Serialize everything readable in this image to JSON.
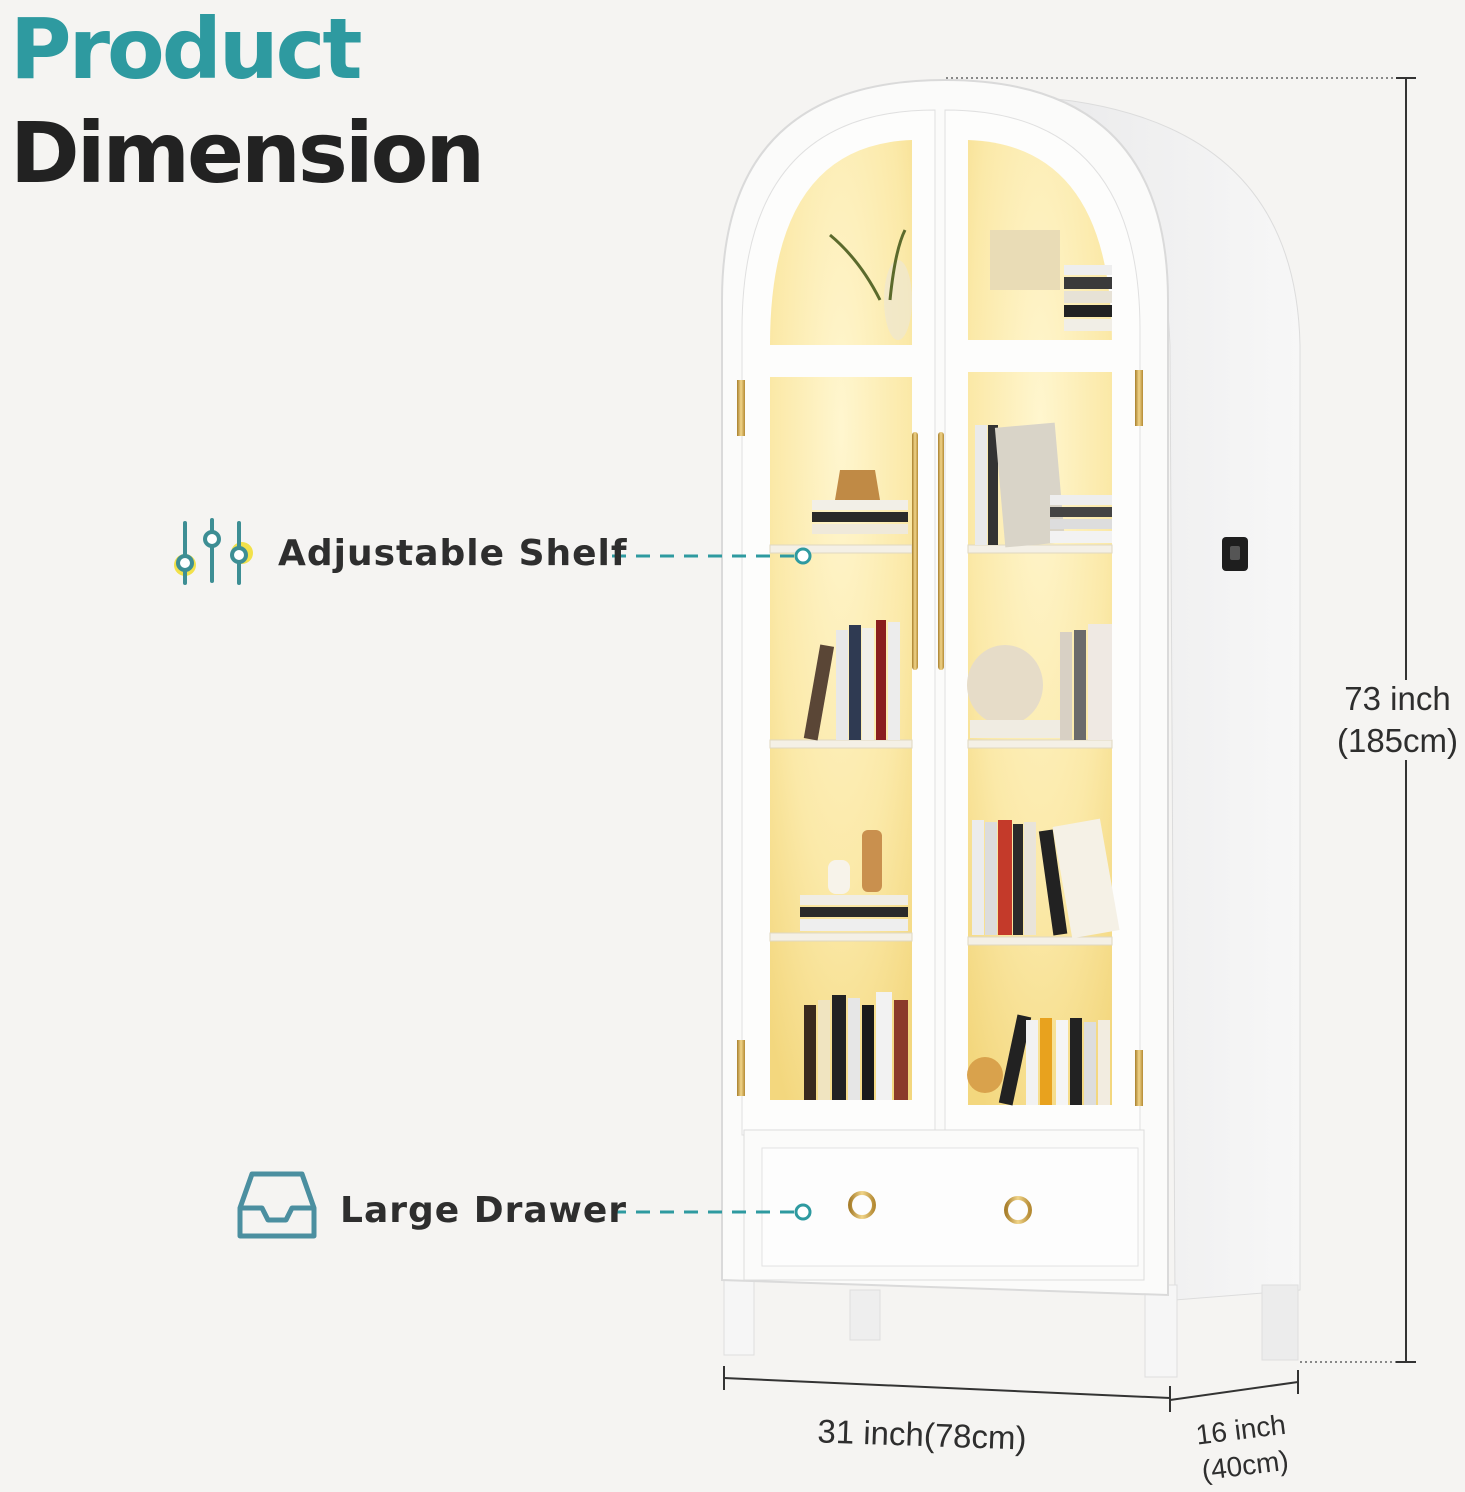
{
  "heading": {
    "line1": "Product",
    "line2": "Dimension"
  },
  "features": [
    {
      "label": "Adjustable Shelf",
      "icon": "sliders-icon"
    },
    {
      "label": "Large Drawer",
      "icon": "drawer-tray-icon"
    }
  ],
  "dimensions": {
    "height_inch": "73 inch",
    "height_cm": "(185cm)",
    "width": "31 inch(78cm)",
    "depth_inch": "16 inch",
    "depth_cm": "(40cm)"
  },
  "colors": {
    "accent": "#2e9aa0",
    "highlight": "#f2e14a",
    "cabinet": "#fbfbfa",
    "interior_light": "#fbe9a8",
    "brass": "#c9a24a"
  }
}
